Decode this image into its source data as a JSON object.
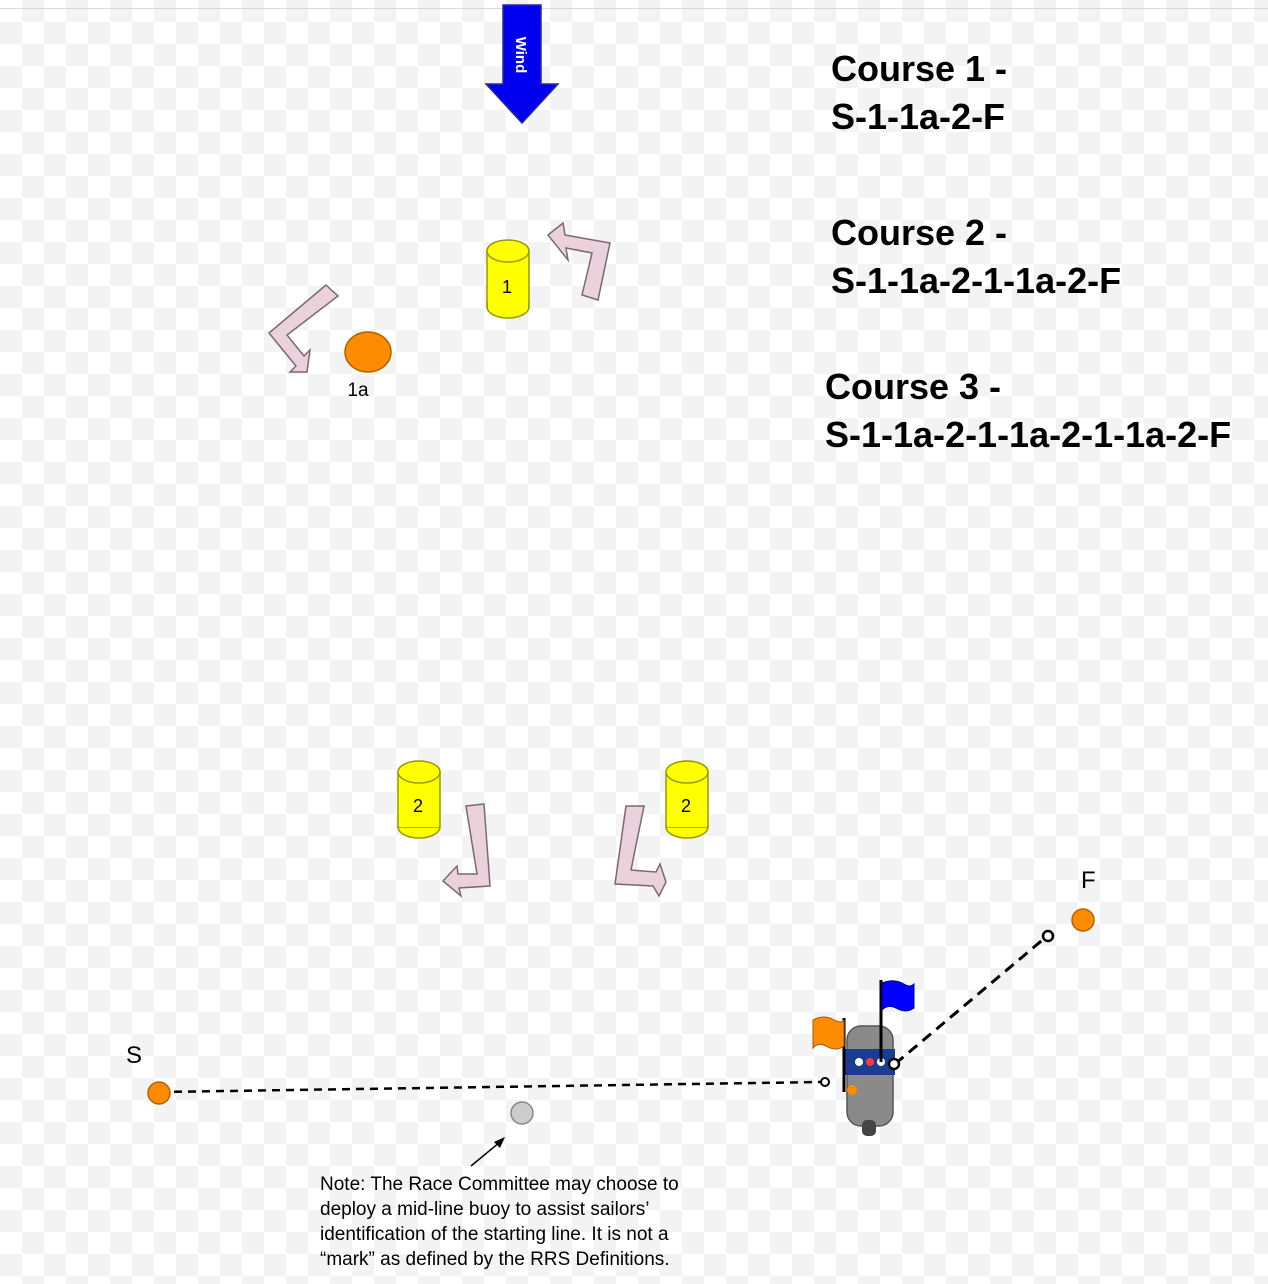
{
  "wind": {
    "label": "Wind",
    "color": "#0000ee"
  },
  "courses": [
    {
      "title": "Course 1 -",
      "sequence": "S-1-1a-2-F"
    },
    {
      "title": "Course 2 -",
      "sequence": "S-1-1a-2-1-1a-2-F"
    },
    {
      "title": "Course 3 -",
      "sequence": "S-1-1a-2-1-1a-2-1-1a-2-F"
    }
  ],
  "marks": {
    "mark_1": "1",
    "mark_1a": "1a",
    "mark_2_left": "2",
    "mark_2_right": "2",
    "start": "S",
    "finish": "F"
  },
  "note": {
    "line1": "Note:  The Race Committee may choose to",
    "line2": "deploy a mid-line buoy to assist sailors’",
    "line3": "identification of the starting line.  It is not a",
    "line4": "“mark” as defined by the RRS Definitions."
  },
  "colors": {
    "mark_yellow": "#ffff00",
    "mark_orange": "#ff8c00",
    "rounding_arrow": "#ead1dc",
    "midline_buoy": "#cccccc",
    "flag_orange": "#ff8c00",
    "flag_blue": "#0000ff"
  }
}
